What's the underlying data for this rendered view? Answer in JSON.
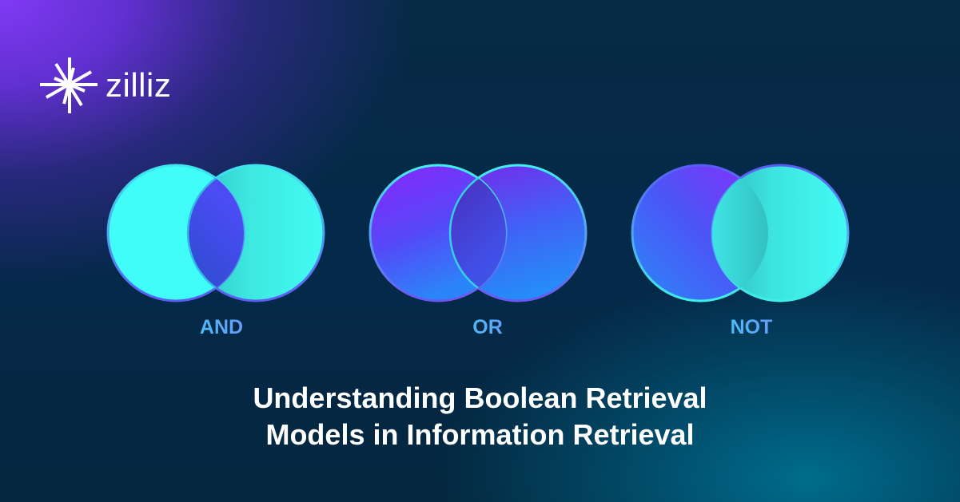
{
  "brand": {
    "name": "zilliz",
    "icon": "starburst-logo-icon"
  },
  "diagrams": [
    {
      "operator": "AND",
      "description": "Intersection highlighted"
    },
    {
      "operator": "OR",
      "description": "Union highlighted"
    },
    {
      "operator": "NOT",
      "description": "Left set minus right set highlighted"
    }
  ],
  "title": {
    "line1": "Understanding Boolean Retrieval",
    "line2": "Models in Information Retrieval"
  },
  "colors": {
    "cyan": "#3ffcf6",
    "purple": "#8a2cf4",
    "blue": "#2a7cf8",
    "background_dark": "#042842",
    "background_violet": "#7b36f0",
    "background_teal": "#006a8c",
    "label_gradient_start": "#3ad8f4",
    "label_gradient_end": "#9b73f2"
  }
}
